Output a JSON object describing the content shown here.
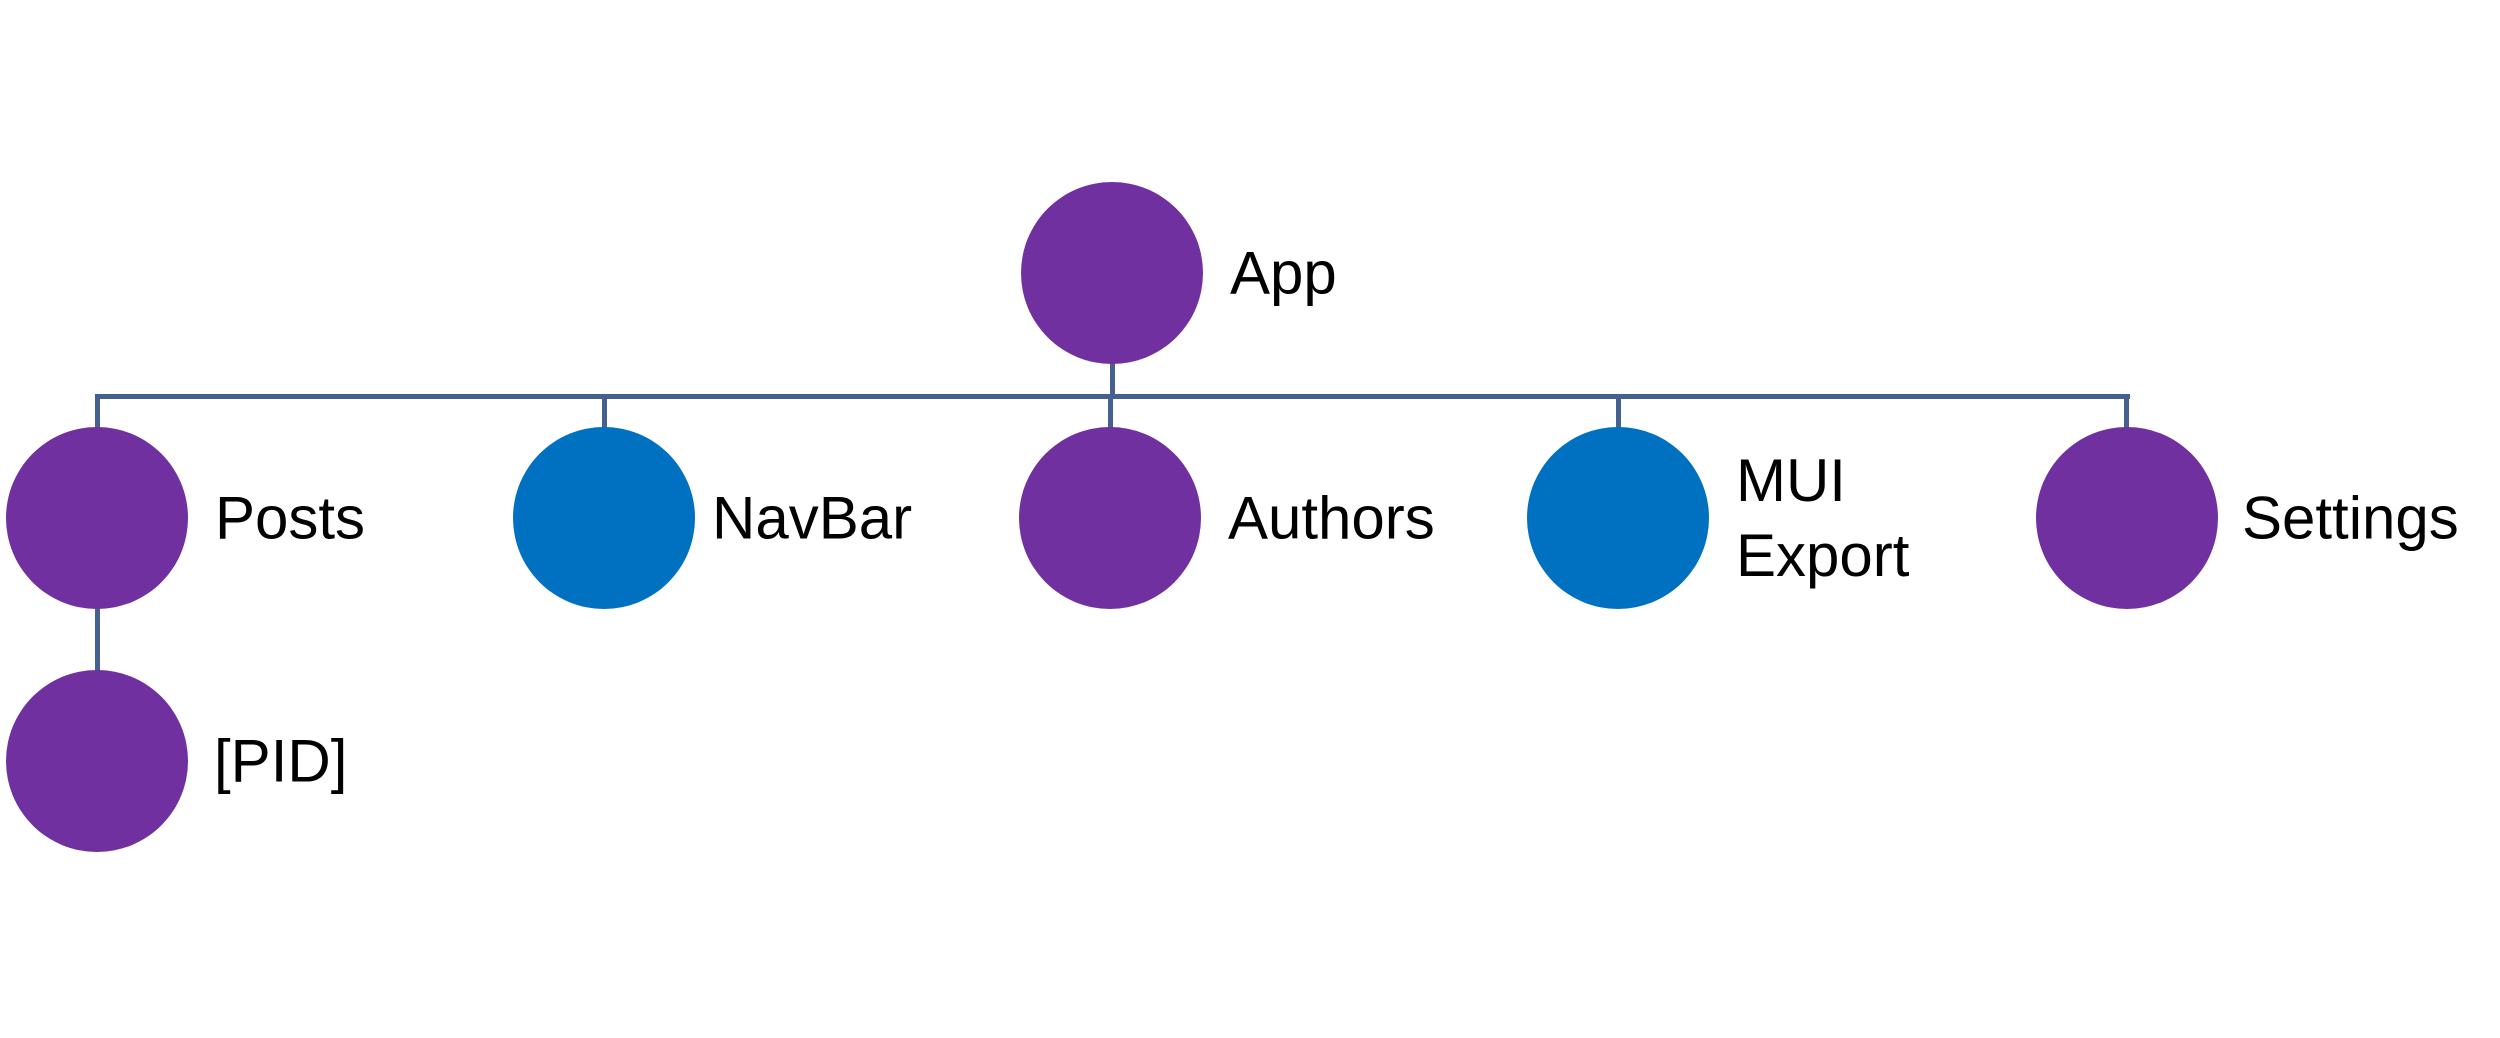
{
  "colors": {
    "node_purple": "#7030A0",
    "node_blue": "#0070C0",
    "connector": "#44618F",
    "background": "#FFFFFF",
    "label_text": "#000000"
  },
  "tree": {
    "root": {
      "label": "App",
      "fill": "#7030A0"
    },
    "children": [
      {
        "label": "Posts",
        "fill": "#7030A0",
        "children": [
          {
            "label": "[PID]",
            "fill": "#7030A0"
          }
        ]
      },
      {
        "label": "NavBar",
        "fill": "#0070C0",
        "children": []
      },
      {
        "label": "Authors",
        "fill": "#7030A0",
        "children": []
      },
      {
        "label": "MUI Export",
        "fill": "#0070C0",
        "children": []
      },
      {
        "label": "Settings",
        "fill": "#7030A0",
        "children": []
      }
    ]
  }
}
